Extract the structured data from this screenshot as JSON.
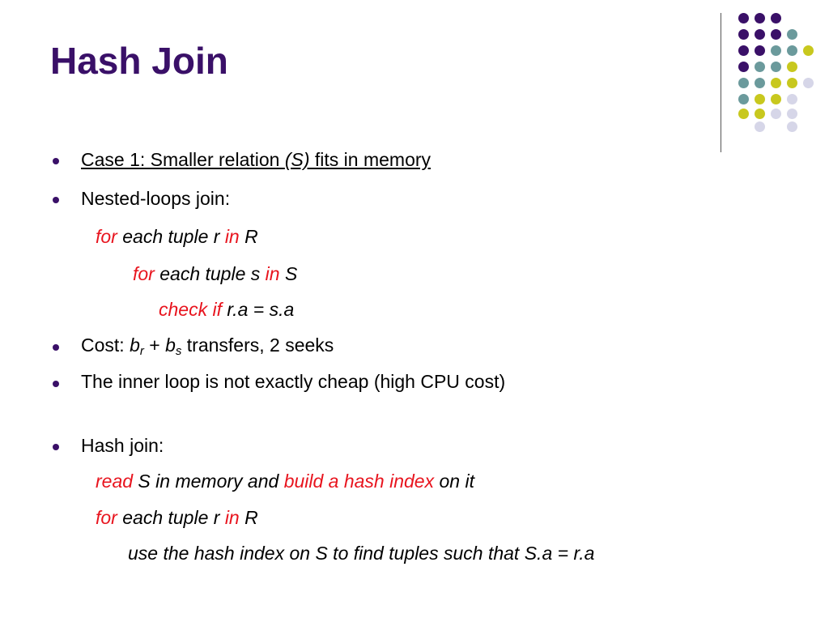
{
  "title": "Hash Join",
  "colors": {
    "title": "#3a1068",
    "purple": "#3a1068",
    "teal": "#6b9a9c",
    "lime": "#c8c81e",
    "lavender": "#d6d6e8",
    "red": "#e8141e"
  },
  "bullets": {
    "case1": {
      "prefix": "Case 1: Smaller relation ",
      "rel": "(S)",
      "suffix": " fits in memory"
    },
    "nested": "Nested-loops join:",
    "cost": {
      "prefix": "Cost: ",
      "b1": "b",
      "s1": "r",
      "plus": " + ",
      "b2": "b",
      "s2": "s",
      "suffix": " transfers, 2 seeks"
    },
    "inner": "The inner loop is not exactly cheap (high CPU cost)",
    "hash": "Hash join:"
  },
  "nested_code": {
    "l1": {
      "kw1": "for",
      "t1": " each tuple r ",
      "kw2": "in",
      "t2": " R"
    },
    "l2": {
      "kw1": "for",
      "t1": " each tuple s ",
      "kw2": "in",
      "t2": " S"
    },
    "l3": {
      "kw1": "check if",
      "t1": " r.a = s.a"
    }
  },
  "hash_code": {
    "l1": {
      "kw1": "read",
      "t1": " S in memory and ",
      "kw2": "build a hash index",
      "t2": " on it"
    },
    "l2": {
      "kw1": "for",
      "t1": " each tuple r ",
      "kw2": "in",
      "t2": " R"
    },
    "l3": "use the hash index on S to find tuples such that S.a = r.a"
  }
}
